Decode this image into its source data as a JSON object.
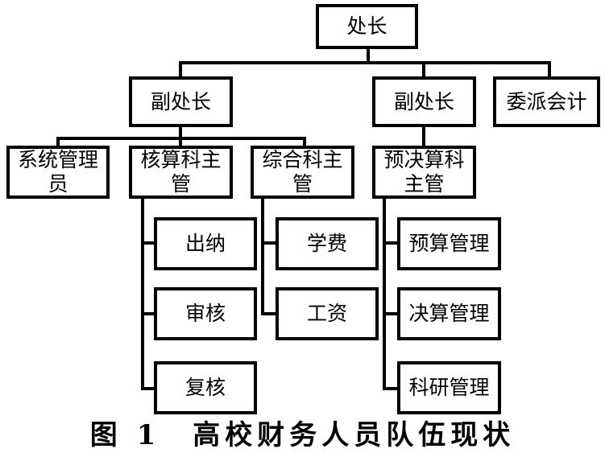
{
  "diagram": {
    "top": "处长",
    "deputy_left": "副处长",
    "deputy_right": "副处长",
    "accountant": "委派会计",
    "system_admin": "系统管理员",
    "accounting_head": "核算科主管",
    "general_head": "综合科主管",
    "budget_head": "预决算科主管",
    "accounting_items": [
      "出纳",
      "审核",
      "复核"
    ],
    "general_items": [
      "学费",
      "工资"
    ],
    "budget_items": [
      "预算管理",
      "决算管理",
      "科研管理"
    ]
  },
  "caption": "图 1　高校财务人员队伍现状"
}
